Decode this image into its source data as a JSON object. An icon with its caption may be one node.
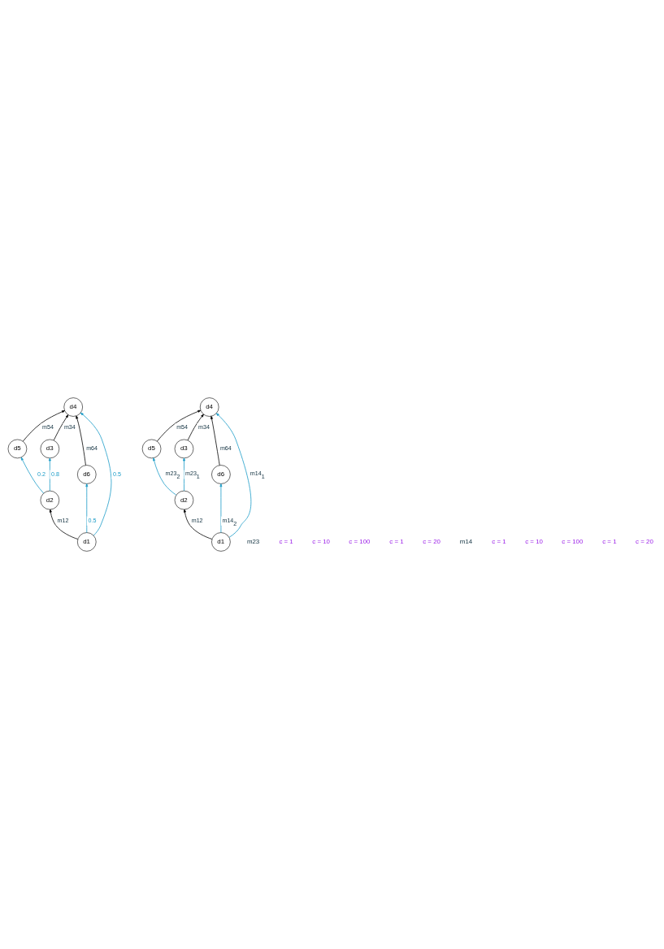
{
  "diagram": {
    "nodes": [
      {
        "text": [
          "d5"
        ]
      },
      {
        "text": [
          "d2"
        ]
      },
      {
        "text": [
          "d3"
        ]
      },
      {
        "text": [
          "d6"
        ]
      },
      {
        "text": [
          "d1"
        ]
      },
      {
        "text": [
          "d4"
        ]
      },
      {
        "text": [
          "d5"
        ]
      },
      {
        "text": [
          "d2"
        ]
      },
      {
        "text": [
          "d3"
        ]
      },
      {
        "text": [
          "d6"
        ]
      },
      {
        "text": [
          "d1"
        ]
      },
      {
        "text": [
          "d4"
        ]
      }
    ],
    "edges": [
      {
        "from": 4,
        "to": 1,
        "arrow": "to",
        "label": "m12"
      },
      {
        "from": 1,
        "to": 0,
        "arrow": "to",
        "label": "0.2",
        "color": "#1a9bc7"
      },
      {
        "from": 1,
        "to": 2,
        "arrow": "to",
        "label": "0.8",
        "color": "#1a9bc7"
      },
      {
        "from": 2,
        "to": 5,
        "arrow": "to",
        "label": "m34"
      },
      {
        "from": 0,
        "to": 5,
        "arrow": "to",
        "label": "m54"
      },
      {
        "from": 3,
        "to": 5,
        "arrow": "to",
        "label": "m64"
      },
      {
        "from": 4,
        "to": 3,
        "arrow": "to",
        "label": "0.5",
        "color": "#1a9bc7"
      },
      {
        "from": 4,
        "to": 5,
        "arrow": "to",
        "label": "0.5",
        "color": "#1a9bc7"
      },
      {
        "from": 10,
        "to": 7,
        "arrow": "to",
        "label": "m12"
      },
      {
        "from": 7,
        "to": 6,
        "arrow": "to",
        "label": "m23$_{2}$",
        "color": "#1a9bc7"
      },
      {
        "from": 7,
        "to": 8,
        "arrow": "to",
        "label": "m23$_{1}$",
        "color": "#1a9bc7"
      },
      {
        "from": 8,
        "to": 11,
        "arrow": "to",
        "label": "m34"
      },
      {
        "from": 6,
        "to": 11,
        "arrow": "to",
        "label": "m54"
      },
      {
        "from": 9,
        "to": 11,
        "arrow": "to",
        "label": "m64"
      },
      {
        "from": 10,
        "to": 9,
        "arrow": "to",
        "label": "m14$_{2}$",
        "color": "#1a9bc7"
      },
      {
        "from": 10,
        "to": 11,
        "arrow": "to",
        "label": "m14$_{1}$",
        "color": "#1a9bc7"
      }
    ],
    "labels": [
      "m23",
      "c = 1",
      "c = 10",
      "c = 100",
      "c = 1",
      "c = 20",
      "m14",
      "c = 1",
      "c = 10",
      "c = 100",
      "c = 1",
      "c = 20"
    ]
  }
}
